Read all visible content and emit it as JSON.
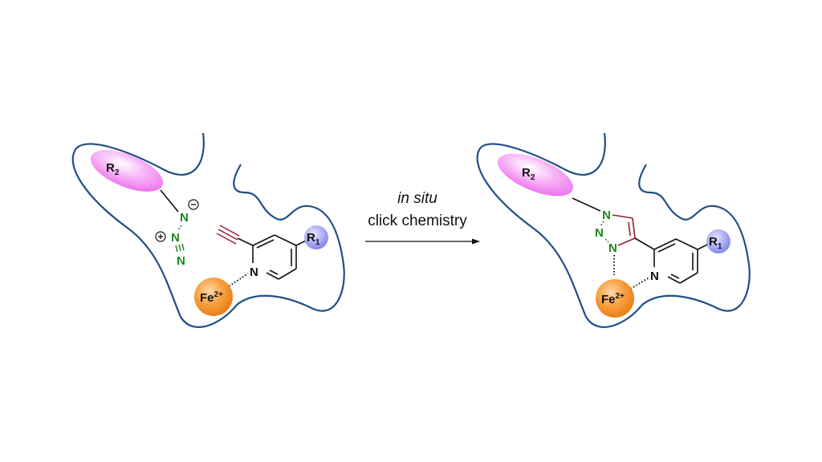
{
  "colors": {
    "pocket": "#1f4e86",
    "bond": "#111111",
    "alkyne": "#9b1c2c",
    "azide": "#1a8a1a",
    "r2_fill": "#f07ef0",
    "r1_fill": "#8c8cf0",
    "fe_fill": "#f28a1e"
  },
  "arrow": {
    "line1": "in situ",
    "line2": "click chemistry"
  },
  "left": {
    "r2_label": "R",
    "r2_sub": "2",
    "r1_label": "R",
    "r1_sub": "1",
    "fe_label": "Fe",
    "fe_charge": "2+",
    "pyridine_n": "N",
    "azide_n1": "N",
    "azide_n2": "N",
    "azide_n3": "N",
    "minus": "−",
    "plus": "+"
  },
  "right": {
    "r2_label": "R",
    "r2_sub": "2",
    "r1_label": "R",
    "r1_sub": "1",
    "fe_label": "Fe",
    "fe_charge": "2+",
    "pyridine_n": "N",
    "triazole_n1": "N",
    "triazole_n2": "N",
    "triazole_n3": "N"
  }
}
